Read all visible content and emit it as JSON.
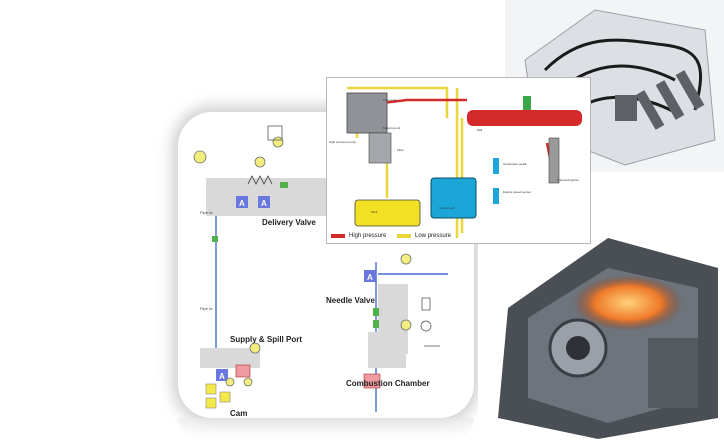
{
  "schematic": {
    "delivery_valve": "Delivery Valve",
    "needle_valve": "Needle Valve",
    "supply_spill_port": "Supply & Spill Port",
    "combustion_chamber": "Combustion Chamber",
    "cam": "Cam",
    "pipe_label": "Pipe fa"
  },
  "fuel_system": {
    "high_pressure": "High pressure",
    "low_pressure": "Low pressure",
    "tank": "Tank",
    "control_unit": "Control unit",
    "high_pressure_pump": "High pressure pump",
    "fuel_pump": "Fuel pump",
    "metering_unit": "Metering unit",
    "filter": "Filter",
    "rail": "Rail",
    "injector": "Solenoid injector",
    "accelerator": "Accelerator pedal",
    "engine_speed": "Engine speed sensor"
  },
  "colors": {
    "high_pressure_line": "#d42a2a",
    "low_pressure_line": "#e8d63a",
    "tank_fill": "#f2e023",
    "ecu_fill": "#1aa7d8",
    "schematic_line": "#4a6cd4"
  }
}
